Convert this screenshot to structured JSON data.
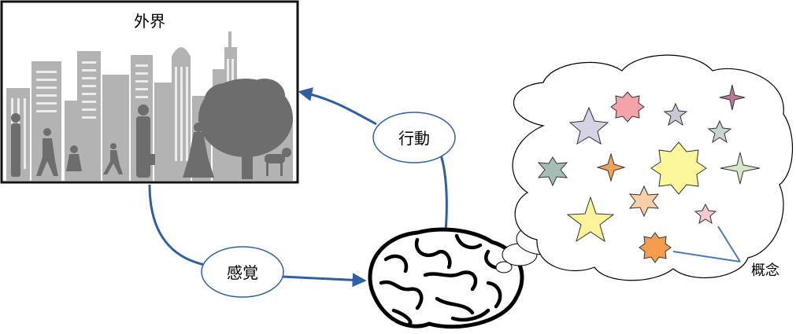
{
  "outside_world": {
    "title": "外界"
  },
  "perception": {
    "label": "感覚"
  },
  "action": {
    "label": "行動"
  },
  "concept": {
    "label": "概念"
  },
  "colors": {
    "arrow": "#2f5fa0",
    "ellipse_border": "#2f5fa0",
    "silhouette_dark": "#6d6d6d",
    "silhouette_light": "#b3b3b3",
    "star_colors": [
      "#f4a3a8",
      "#b77a9b",
      "#d7d3e6",
      "#c7c8d6",
      "#c5d6d2",
      "#a5bdb4",
      "#f2a35a",
      "#fcf79b",
      "#d8e6c8",
      "#f8cfa6",
      "#fbf29a",
      "#f9c7d2",
      "#f59d4e"
    ]
  }
}
